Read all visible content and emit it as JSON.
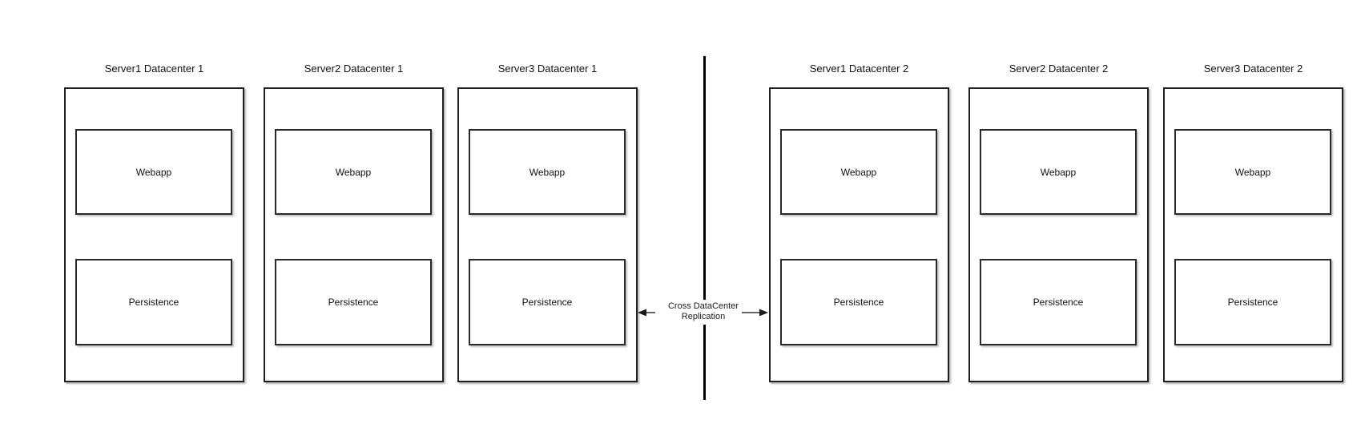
{
  "diagram": {
    "datacenters": [
      {
        "name": "Datacenter 1",
        "servers": [
          {
            "title": "Server1 Datacenter 1",
            "components": [
              {
                "label": "Webapp"
              },
              {
                "label": "Persistence"
              }
            ]
          },
          {
            "title": "Server2 Datacenter 1",
            "components": [
              {
                "label": "Webapp"
              },
              {
                "label": "Persistence"
              }
            ]
          },
          {
            "title": "Server3 Datacenter 1",
            "components": [
              {
                "label": "Webapp"
              },
              {
                "label": "Persistence"
              }
            ]
          }
        ]
      },
      {
        "name": "Datacenter 2",
        "servers": [
          {
            "title": "Server1 Datacenter 2",
            "components": [
              {
                "label": "Webapp"
              },
              {
                "label": "Persistence"
              }
            ]
          },
          {
            "title": "Server2 Datacenter 2",
            "components": [
              {
                "label": "Webapp"
              },
              {
                "label": "Persistence"
              }
            ]
          },
          {
            "title": "Server3 Datacenter 2",
            "components": [
              {
                "label": "Webapp"
              },
              {
                "label": "Persistence"
              }
            ]
          }
        ]
      }
    ],
    "replication": {
      "label_line1": "Cross DataCenter",
      "label_line2": "Replication"
    },
    "colors": {
      "stroke": "#1f1f1f",
      "divider": "#000000",
      "arrow_shaft": "#666666",
      "arrow_head": "#1a1a1a",
      "background": "#ffffff"
    }
  }
}
